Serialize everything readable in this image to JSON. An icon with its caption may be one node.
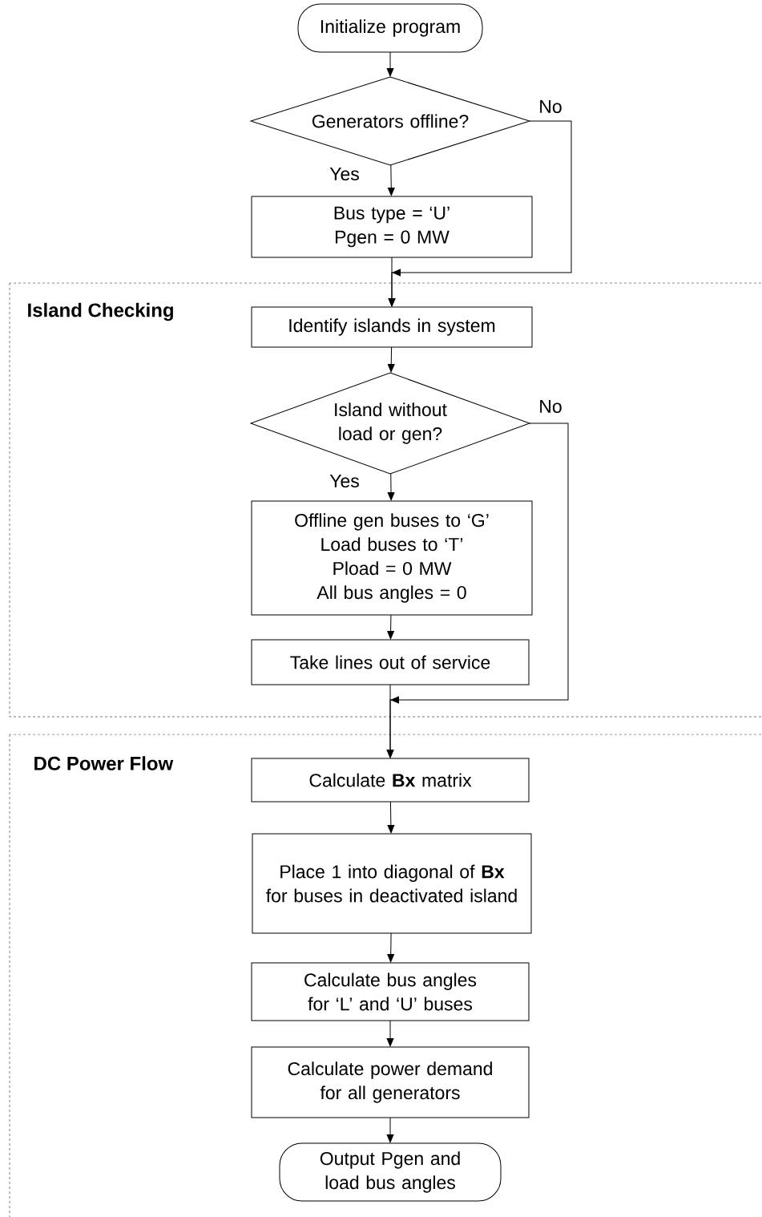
{
  "diagram": {
    "nodes": [
      {
        "text": [
          "Initialize program"
        ]
      },
      {
        "text": [
          "Generators offline?"
        ]
      },
      {
        "text": [
          "Bus type = ‘U’",
          "Pgen = 0 MW"
        ]
      },
      {
        "text": [
          "Island Checking"
        ]
      },
      {
        "text": [
          "Identify islands in system"
        ],
        "in": 3
      },
      {
        "text": [
          "Island without load or gen?"
        ],
        "in": 3
      },
      {
        "text": [
          "Offline gen buses to ‘G’",
          "Load buses to ‘T’",
          "Pload = 0 MW",
          "All bus angles = 0"
        ],
        "in": 3
      },
      {
        "text": [
          "Take lines out of service"
        ],
        "in": 3
      },
      {
        "text": [
          "DC Power Flow"
        ]
      },
      {
        "text": [
          "Calculate **Bx** matrix"
        ],
        "in": 8
      },
      {
        "text": [
          "Place 1 into diagonal of **Bx** for buses in deactivated island"
        ],
        "in": 8
      },
      {
        "text": [
          "Calculate bus angles for ‘L’ and ‘U’ buses"
        ],
        "in": 8
      },
      {
        "text": [
          "Calculate power demand for all generators"
        ],
        "in": 8
      },
      {
        "text": [
          "Output Pgen and load bus angles"
        ],
        "in": 8
      }
    ],
    "edges": [
      {
        "from": 0,
        "to": 1,
        "arrow": "to"
      },
      {
        "from": 1,
        "to": 2,
        "arrow": "to",
        "label": "Yes"
      },
      {
        "from": 1,
        "to": 4,
        "arrow": "to",
        "label": "No"
      },
      {
        "from": 2,
        "to": 4,
        "arrow": "to"
      },
      {
        "from": 4,
        "to": 5,
        "arrow": "to"
      },
      {
        "from": 5,
        "to": 6,
        "arrow": "to",
        "label": "Yes"
      },
      {
        "from": 5,
        "to": 9,
        "arrow": "to",
        "label": "No"
      },
      {
        "from": 6,
        "to": 7,
        "arrow": "to"
      },
      {
        "from": 7,
        "to": 9,
        "arrow": "to"
      },
      {
        "from": 9,
        "to": 10,
        "arrow": "to"
      },
      {
        "from": 10,
        "to": 11,
        "arrow": "to"
      },
      {
        "from": 11,
        "to": 12,
        "arrow": "to"
      },
      {
        "from": 12,
        "to": 13,
        "arrow": "to"
      }
    ]
  }
}
